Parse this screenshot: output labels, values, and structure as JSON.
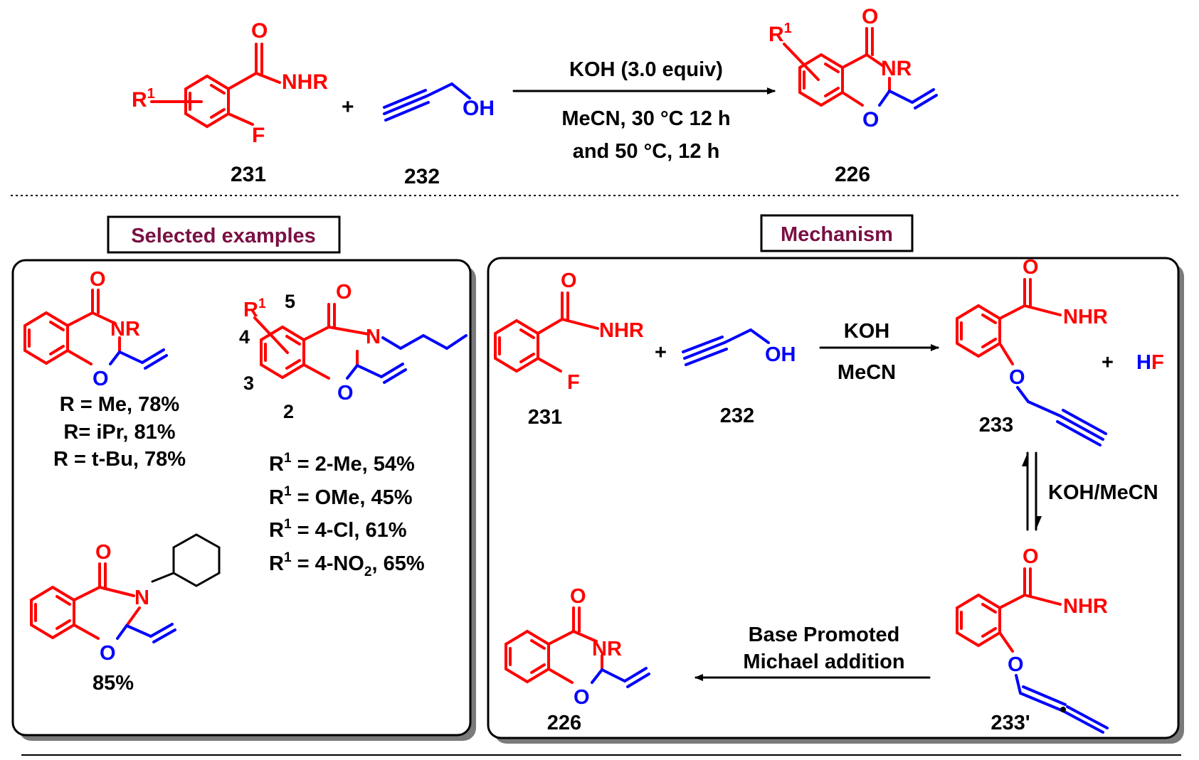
{
  "reaction": {
    "reactant1_id": "231",
    "reactant2_id": "232",
    "product_id": "226",
    "plus": "+",
    "condition_above": "KOH (3.0 equiv)",
    "condition_below_1": "MeCN, 30 °C 12 h",
    "condition_below_2": "and 50 °C, 12 h"
  },
  "labels": {
    "R1_base": "R",
    "R1_sup": "1",
    "NHR": "NHR",
    "NR": "NR",
    "N": "N",
    "O": "O",
    "F": "F",
    "OH": "OH",
    "H": "H",
    "HF_F": "F"
  },
  "selected": {
    "heading": "Selected examples",
    "ex1_yields": [
      "R = Me, 78%",
      "R= iPr, 81%",
      "R = t-Bu, 78%"
    ],
    "ex2_positions": [
      "5",
      "4",
      "3",
      "2"
    ],
    "ex2_yields": [
      {
        "pre": "R",
        "sup": "1",
        "post": " = 2-Me, 54%"
      },
      {
        "pre": "R",
        "sup": "1",
        "post": " = OMe, 45%"
      },
      {
        "pre": "R",
        "sup": "1",
        "post": " = 4-Cl, 61%"
      },
      {
        "pre": "R",
        "sup": "1",
        "post": " = 4-NO",
        "sub": "2",
        "post2": ", 65%"
      }
    ],
    "ex3_yield": "85%"
  },
  "mechanism": {
    "heading": "Mechanism",
    "step1_above": "KOH",
    "step1_below": "MeCN",
    "equilibrium_label": "KOH/MeCN",
    "step3_line1": "Base Promoted",
    "step3_line2": "Michael addition",
    "ids": {
      "c231": "231",
      "c232": "232",
      "c233": "233",
      "c233p": "233'",
      "c226": "226"
    }
  },
  "colors": {
    "scaffold": "#ff0000",
    "propargyl": "#0000ff",
    "heading": "#7a1043"
  }
}
